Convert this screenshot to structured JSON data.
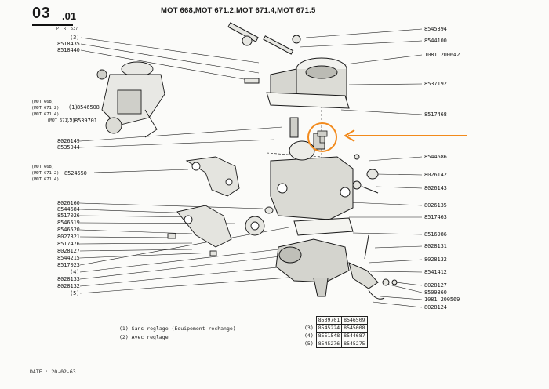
{
  "header": {
    "page_number": "03",
    "page_sub": ".01",
    "ref": "P. R. 637",
    "title": "MOT 668,MOT 671.2,MOT 671.4,MOT 671.5"
  },
  "left_callouts": {
    "c1": "(3)",
    "c2": "8518435",
    "c3": "8518440",
    "mot668": "(MOT 668)",
    "mot6712": "(MOT 671.2)",
    "mot6714": "(MOT 671.4)",
    "mot6715": "(MOT 671.5)",
    "n1": "(1)",
    "n2": "(2)",
    "p8546508": "8546508",
    "p8539701": "8539701",
    "p8026149": "8026149",
    "p8535044": "8535044",
    "mot668b": "(MOT 668)",
    "mot6712b": "(MOT 671.2)",
    "mot6714b": "(MOT 671.4)",
    "p8524550": "8524550",
    "list": [
      "8026160",
      "8544684",
      "8517026",
      "8546519",
      "8546520",
      "8027321",
      "8517476",
      "8028127",
      "8544215",
      "8517023",
      "(4)",
      "8028133",
      "8028132",
      "(5)"
    ]
  },
  "right_callouts": {
    "top": [
      "8545394",
      "8544100",
      "1081 200642",
      "8537192",
      "8517468"
    ],
    "mid": [
      "8544686",
      "8026142",
      "8026143",
      "8026135",
      "8517463"
    ],
    "low": [
      "8516986",
      "8028131",
      "8028132",
      "8541412",
      "8028127",
      "8509860",
      "1081 200569",
      "8028124"
    ]
  },
  "notes": {
    "n1": "(1) Sans reglage (Equipement rechange)",
    "n2": "(2) Avec reglage"
  },
  "ref_table": {
    "rows": [
      {
        "label": "",
        "a": "8539701",
        "b": "8546509"
      },
      {
        "label": "(3)",
        "a": "8545224",
        "b": "8545008"
      },
      {
        "label": "(4)",
        "a": "8551548",
        "b": "8544687"
      },
      {
        "label": "(5)",
        "a": "8545276",
        "b": "8545275"
      }
    ]
  },
  "date": "DATE : 20-02-63",
  "colors": {
    "ink": "#1a1a1a",
    "highlight": "#f28a1c",
    "paper": "#fbfbf9"
  }
}
